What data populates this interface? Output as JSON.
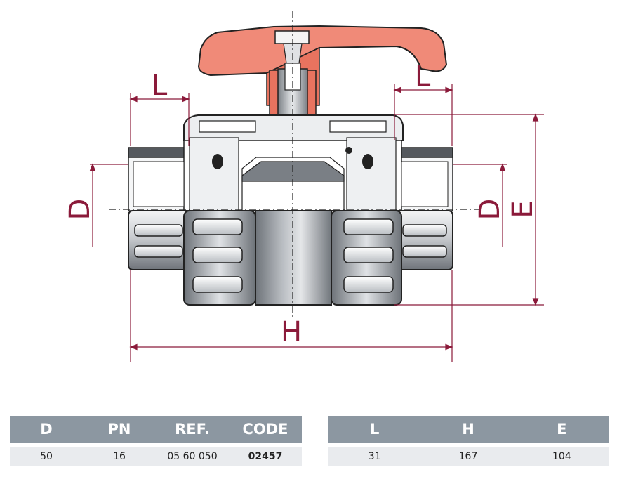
{
  "dimensions": {
    "L_left": "L",
    "L_right": "L",
    "D_left": "D",
    "D_right": "D",
    "E": "E",
    "H": "H"
  },
  "table_left": {
    "headers": [
      "D",
      "PN",
      "REF.",
      "CODE"
    ],
    "row": [
      "50",
      "16",
      "05 60 050",
      "02457"
    ]
  },
  "table_right": {
    "headers": [
      "L",
      "H",
      "E"
    ],
    "row": [
      "31",
      "167",
      "104"
    ]
  },
  "colors": {
    "handle": "#f08a78",
    "stem": "#e8735f",
    "body_dark": "#7d8288",
    "body_light": "#d5d8dc",
    "dimension": "#8b1a3a",
    "table_header": "#8c97a1",
    "table_row": "#e9ebee"
  }
}
